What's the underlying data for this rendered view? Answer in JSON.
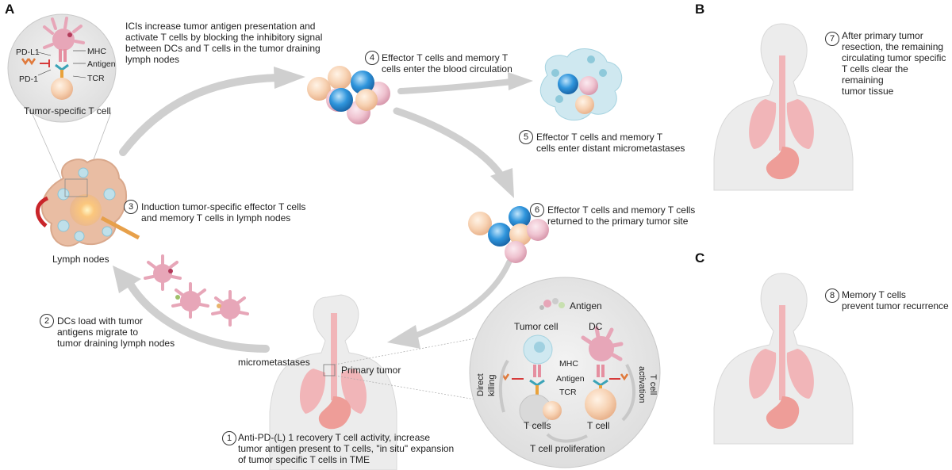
{
  "panels": {
    "a": "A",
    "b": "B",
    "c": "C"
  },
  "steps": {
    "s1": {
      "n": "1",
      "l1": "Anti-PD-(L) 1 recovery T cell activity, increase",
      "l2": "tumor antigen present to T cells, \"in situ\" expansion",
      "l3": "of tumor specific T cells in TME"
    },
    "s2": {
      "n": "2",
      "l1": "DCs load with tumor",
      "l2": "antigens migrate to",
      "l3": "tumor draining lymph nodes"
    },
    "s3": {
      "n": "3",
      "l1": "Induction tumor-specific effector T cells",
      "l2": "and memory T cells in lymph nodes"
    },
    "s4": {
      "n": "4",
      "l1": "Effector T cells and memory T",
      "l2": "cells enter the blood circulation"
    },
    "s5": {
      "n": "5",
      "l1": "Effector T cells and memory T",
      "l2": "cells enter distant micrometastases"
    },
    "s6": {
      "n": "6",
      "l1": "Effector T cells and memory T cells",
      "l2": "returned to the primary tumor site"
    },
    "s7": {
      "n": "7",
      "l1": "After primary tumor",
      "l2": "resection, the remaining",
      "l3": "circulating tumor specific",
      "l4": "T cells clear the remaining",
      "l5": "tumor tissue"
    },
    "s8": {
      "n": "8",
      "l1": "Memory T cells",
      "l2": "prevent tumor recurrence"
    }
  },
  "ici_text": {
    "l1": "ICIs increase tumor antigen presentation and",
    "l2": "activate T cells by blocking the inhibitory signal",
    "l3": "between DCs and T cells in the tumor draining",
    "l4": "lymph nodes"
  },
  "inset_top": {
    "pdl1": "PD-L1",
    "pd1": "PD-1",
    "mhc": "MHC",
    "antigen": "Antigen",
    "tcr": "TCR",
    "caption": "Tumor-specific T cell"
  },
  "lymph_label": "Lymph nodes",
  "body_labels": {
    "micromet": "micrometastases",
    "primary": "Primary tumor"
  },
  "inset_bottom": {
    "antigen": "Antigen",
    "tumor_cell": "Tumor cell",
    "dc": "DC",
    "mhc": "MHC",
    "antigen2": "Antigen",
    "tcr": "TCR",
    "direct1": "Direct",
    "direct2": "killing",
    "activation1": "T cell",
    "activation2": "activation",
    "t_cells": "T cells",
    "t_cell": "T cell",
    "proliferation": "T cell proliferation"
  },
  "colors": {
    "arrow": "#cfcfcf",
    "blue_cell": "#2e8fd6",
    "peach_cell": "#f6cfae",
    "pink_cell": "#e9b8c6",
    "dc": "#e7a6b8",
    "lung": "#f1b5b8",
    "stomach": "#ee9d98",
    "body": "#ececec"
  }
}
